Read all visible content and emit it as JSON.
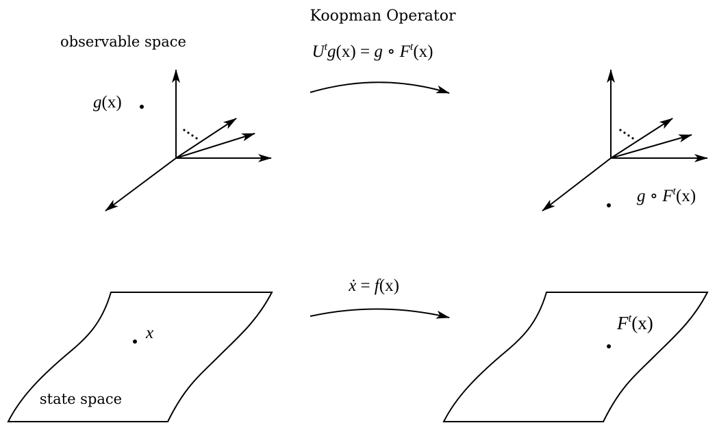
{
  "title": "Koopman Operator",
  "observable_space_label": "observable space",
  "state_space_label": "state space",
  "koopman_eq": {
    "U": "U",
    "t1": "t",
    "g1": "g",
    "x1": "(x)",
    "eq": " = ",
    "g2": "g",
    "circ": " ∘ ",
    "F": "F",
    "t2": "t",
    "x2": "(x)"
  },
  "dynamics_eq": {
    "xdot": "ẋ",
    "eq": " = ",
    "f": "f",
    "x": "(x)"
  },
  "gx_label": {
    "g": "g",
    "x": "(x)"
  },
  "gFx_label": {
    "g": "g",
    "circ": " ∘ ",
    "F": "F",
    "t": "t",
    "x": "(x)"
  },
  "x_label": "x",
  "Ftx_label": {
    "F": "F",
    "t": "t",
    "x": "(x)"
  },
  "dots": "⋯",
  "colors": {
    "ink": "#000000",
    "background": "#ffffff"
  }
}
